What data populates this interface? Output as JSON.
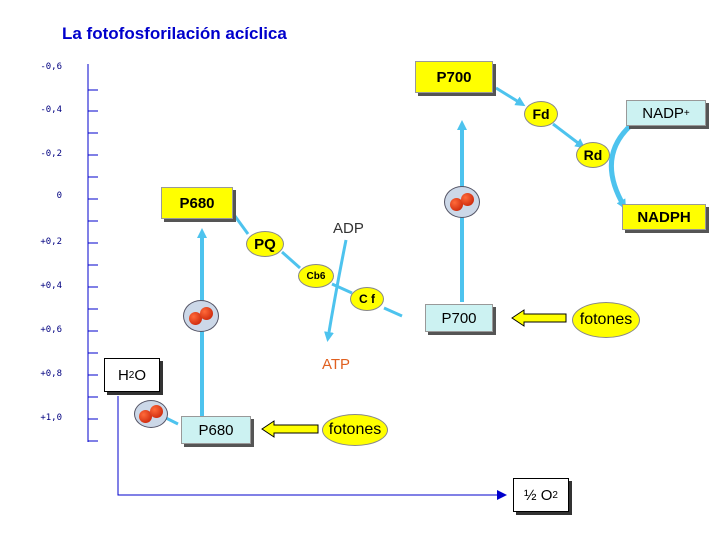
{
  "title": "La fotofosforilación acíclica",
  "scale": [
    "-0,6",
    "-0,4",
    "-0,2",
    "0",
    "+0,2",
    "+0,4",
    "+0,6",
    "+0,8",
    "+1,0"
  ],
  "nodes": {
    "p680_top": "P680",
    "p680_bottom": "P680",
    "p700_top": "P700",
    "p700_mid": "P700",
    "pq": "PQ",
    "cb6": "Cb6",
    "cf": "C f",
    "fd": "Fd",
    "rd": "Rd",
    "nadp_base": "NADP",
    "nadp_sup": "+",
    "nadph": "NADPH",
    "h2o_h": "H",
    "h2o_sub": "2",
    "h2o_o": "O",
    "o2_half": "½ O",
    "o2_sub": "2"
  },
  "labels": {
    "adp": "ADP",
    "atp": "ATP",
    "fotones_bottom": "fotones",
    "fotones_right": "fotones"
  },
  "colors": {
    "flow_arrow": "#4dc3ee",
    "axis": "#0000cc",
    "photon_arrow": "#ffff00",
    "atp_text": "#e06020"
  }
}
